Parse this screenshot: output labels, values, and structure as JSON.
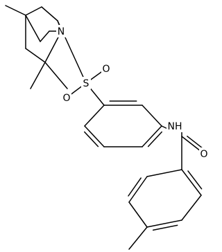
{
  "diagram_type": "chemical-structure",
  "colors": {
    "bond": "#000000",
    "label": "#000000",
    "background": "#ffffff"
  },
  "atoms": [
    {
      "id": "N1",
      "text": "N"
    },
    {
      "id": "S1",
      "text": "S"
    },
    {
      "id": "O1",
      "text": "O"
    },
    {
      "id": "O2",
      "text": "O"
    },
    {
      "id": "NH",
      "text": "NH"
    },
    {
      "id": "O3",
      "text": "O"
    }
  ]
}
